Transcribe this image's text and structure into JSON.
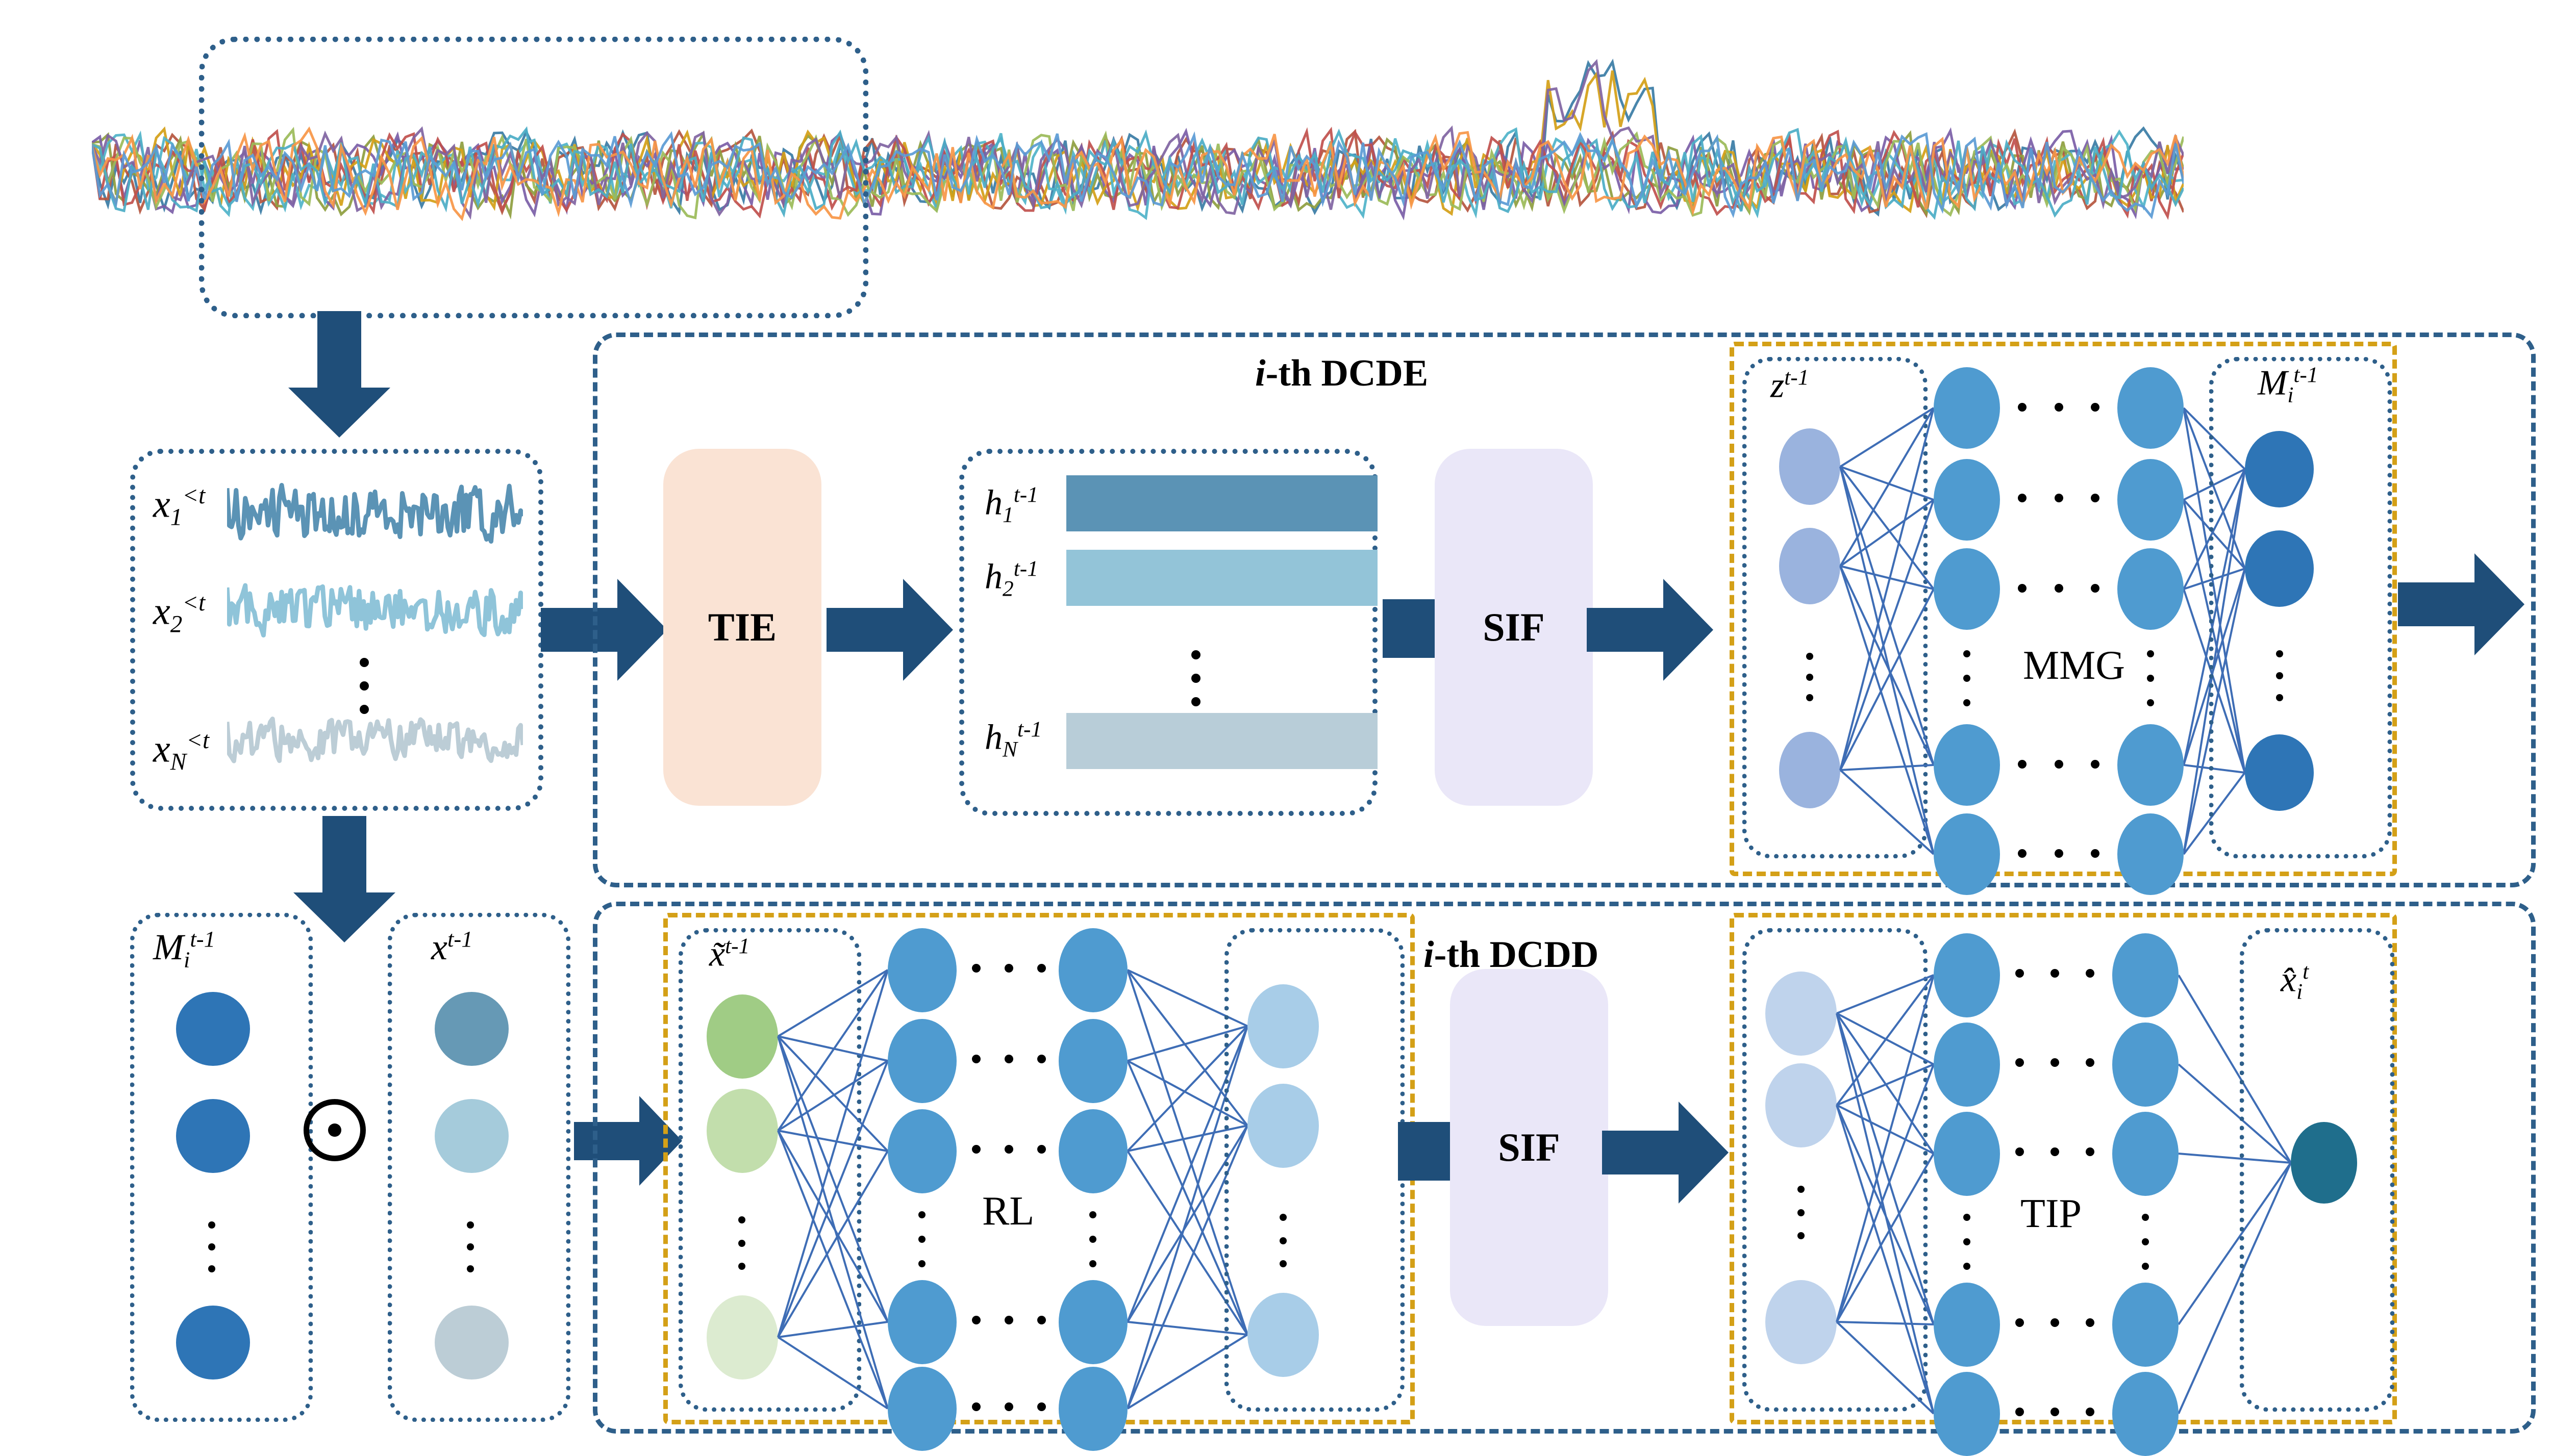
{
  "figure": {
    "title_dcde": "i-th DCDE",
    "title_dcdd": "i-th DCDD"
  },
  "modules": {
    "tie": "TIE",
    "sif_top": "SIF",
    "sif_bottom": "SIF",
    "mmg": "MMG",
    "rl": "RL",
    "tip": "TIP"
  },
  "labels": {
    "x1": {
      "base": "x",
      "sub": "1",
      "sup": "<t"
    },
    "x2": {
      "base": "x",
      "sub": "2",
      "sup": "<t"
    },
    "xN": {
      "base": "x",
      "sub": "N",
      "sup": "<t"
    },
    "h1": {
      "base": "h",
      "sub": "1",
      "sup": "t-1"
    },
    "h2": {
      "base": "h",
      "sub": "2",
      "sup": "t-1"
    },
    "hN": {
      "base": "h",
      "sub": "N",
      "sup": "t-1"
    },
    "z": {
      "base": "z",
      "sub": "",
      "sup": "t-1"
    },
    "Mi_top": {
      "base": "M",
      "sub": "i",
      "sup": "t-1"
    },
    "Mi_bottom": {
      "base": "M",
      "sub": "i",
      "sup": "t-1"
    },
    "x_prev": {
      "base": "x",
      "sub": "",
      "sup": "t-1"
    },
    "x_tilde": {
      "base": "x̃",
      "sub": "",
      "sup": "t-1"
    },
    "x_hat": {
      "base": "x̂",
      "sub": "i",
      "sup": "t"
    },
    "hadamard": "⊙"
  },
  "colors": {
    "dark_blue_arrow": "#1F4E79",
    "dashed_container": "#2E5F8A",
    "dotted_box": "#2E5F8A",
    "gold_dashdot": "#D4A017",
    "tie_fill": "#FAE3D4",
    "sif_fill": "#EAE7F8",
    "edge_line": "#3E6DB5",
    "node_hidden": "#4F9BD0",
    "node_z": "#9AB3DE",
    "node_M": "#2E75B6",
    "node_x_prev_1": "#6699B5",
    "node_x_prev_2": "#A5CBDB",
    "node_x_prev_3": "#BCCDD6",
    "node_green_1": "#A0CC85",
    "node_green_2": "#C2DEAC",
    "node_green_3": "#DCEBD0",
    "node_light_blue": "#A8CDE8",
    "node_xhat": "#1F6E8C",
    "bar_h1": "#5B93B5",
    "bar_h2": "#93C4D8",
    "bar_hN": "#B8CDD8"
  },
  "chart_data": {
    "type": "line",
    "title": "",
    "description": "multivariate time series, many overlapping noisy channels",
    "series_count": 12,
    "series_colors": [
      "#3A7CA5",
      "#B5563F",
      "#8E9E3F",
      "#7B5EA7",
      "#D4A017",
      "#4FB3C9",
      "#C0504D",
      "#9BBB59",
      "#8064A2",
      "#4BACC6",
      "#F79646",
      "#5B9BD5"
    ],
    "selected_window_label": "",
    "xlabel": "",
    "ylabel": "",
    "grid": false,
    "legend": false
  }
}
